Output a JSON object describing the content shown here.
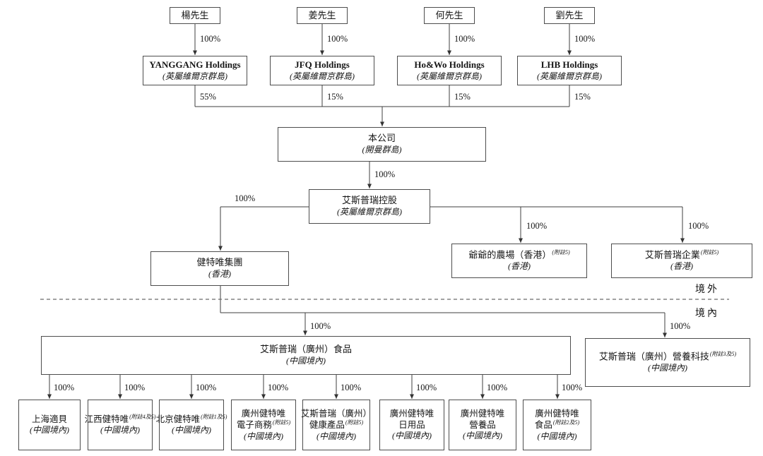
{
  "diagram": {
    "kind": "corporate-structure-chart",
    "colors": {
      "line": "#3f3f3f",
      "text": "#161616",
      "background": "#ffffff"
    }
  },
  "region_labels": {
    "offshore": "境外",
    "onshore": "境內"
  },
  "nodes": {
    "yang": {
      "name": "楊先生"
    },
    "jiang": {
      "name": "姜先生"
    },
    "he": {
      "name": "何先生"
    },
    "liu": {
      "name": "劉先生"
    },
    "yanggang": {
      "name": "YANGGANG Holdings",
      "location": "(英屬維爾京群島)"
    },
    "jfq": {
      "name": "JFQ Holdings",
      "location": "(英屬維爾京群島)"
    },
    "howo": {
      "name": "Ho&Wo Holdings",
      "location": "(英屬維爾京群島)"
    },
    "lhb": {
      "name": "LHB Holdings",
      "location": "(英屬維爾京群島)"
    },
    "company": {
      "name": "本公司",
      "location": "(開曼群島)"
    },
    "aspray_holdings": {
      "name": "艾斯普瑞控股",
      "location": "(英屬維爾京群島)"
    },
    "jiantewei_group": {
      "name": "健特唯集團",
      "location": "(香港)"
    },
    "grandpas_farm": {
      "name": "爺爺的農場（香港）",
      "note": "(附註5)",
      "location": "(香港)"
    },
    "aspray_enterprise": {
      "name": "艾斯普瑞企業",
      "note": "(附註5)",
      "location": "(香港)"
    },
    "aspray_gz_food": {
      "name": "艾斯普瑞（廣州）食品",
      "location": "(中國境內)"
    },
    "aspray_gz_nutritech": {
      "name": "艾斯普瑞（廣州）營養科技",
      "note": "(附註3及5)",
      "location": "(中國境內)"
    },
    "shanghai_shibei": {
      "name": "上海適貝",
      "location": "(中國境內)"
    },
    "jiangxi_jiantewei": {
      "name": "江西健特唯",
      "note": "(附註4及5)",
      "location": "(中國境內)"
    },
    "beijing_jiantewei": {
      "name": "北京健特唯",
      "note": "(附註1及5)",
      "location": "(中國境內)"
    },
    "gz_jiantewei_ecom": {
      "name": "廣州健特唯",
      "name2": "電子商務",
      "note": "(附註5)",
      "location": "(中國境內)"
    },
    "aspray_gz_health": {
      "name": "艾斯普瑞（廣州）",
      "name2": "健康產品",
      "note": "(附註5)",
      "location": "(中國境內)"
    },
    "gz_jiantewei_daily": {
      "name": "廣州健特唯",
      "name2": "日用品",
      "location": "(中國境內)"
    },
    "gz_jiantewei_nutri": {
      "name": "廣州健特唯",
      "name2": "營養品",
      "location": "(中國境內)"
    },
    "gz_jiantewei_food": {
      "name": "廣州健特唯",
      "name2": "食品",
      "note": "(附註2及5)",
      "location": "(中國境內)"
    }
  },
  "edges": [
    {
      "id": "yang-yanggang",
      "label": "100%"
    },
    {
      "id": "jiang-jfq",
      "label": "100%"
    },
    {
      "id": "he-howo",
      "label": "100%"
    },
    {
      "id": "liu-lhb",
      "label": "100%"
    },
    {
      "id": "yanggang-company",
      "label": "55%"
    },
    {
      "id": "jfq-company",
      "label": "15%"
    },
    {
      "id": "howo-company",
      "label": "15%"
    },
    {
      "id": "lhb-company",
      "label": "15%"
    },
    {
      "id": "company-aspray",
      "label": "100%"
    },
    {
      "id": "aspray-jiantewei",
      "label": "100%"
    },
    {
      "id": "aspray-farm",
      "label": "100%"
    },
    {
      "id": "aspray-enterprise",
      "label": "100%"
    },
    {
      "id": "jiantewei-foodgz",
      "label": "100%"
    },
    {
      "id": "jiantewei-nutritech",
      "label": "100%"
    },
    {
      "id": "foodgz-shanghai",
      "label": "100%"
    },
    {
      "id": "foodgz-jiangxi",
      "label": "100%"
    },
    {
      "id": "foodgz-beijing",
      "label": "100%"
    },
    {
      "id": "foodgz-ecom",
      "label": "100%"
    },
    {
      "id": "foodgz-health",
      "label": "100%"
    },
    {
      "id": "foodgz-daily",
      "label": "100%"
    },
    {
      "id": "foodgz-nutri",
      "label": "100%"
    },
    {
      "id": "foodgz-food",
      "label": "100%"
    }
  ]
}
